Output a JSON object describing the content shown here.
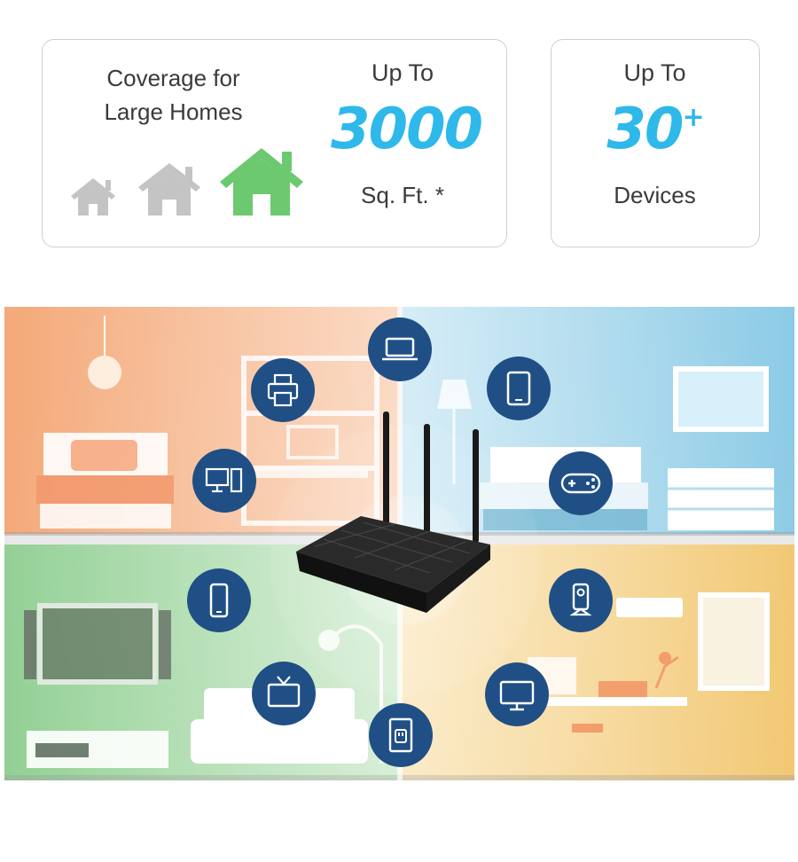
{
  "coverage": {
    "heading_line1": "Coverage for",
    "heading_line2": "Large Homes",
    "upto": "Up To",
    "value": "3000",
    "unit": "Sq. Ft. *"
  },
  "devices": {
    "upto": "Up To",
    "value": "30",
    "plus": "+",
    "unit": "Devices"
  },
  "colors": {
    "accent_blue": "#2fb8ea",
    "house_gray": "#c4c4c4",
    "house_green": "#6cc96f",
    "icon_circle": "#1f4f85",
    "room_orange": "#f6b785",
    "room_blue": "#9ed3e9",
    "room_green": "#a7d8a7",
    "room_yellow": "#f5d996"
  },
  "scene": {
    "router": "wifi-router",
    "device_icons": [
      "laptop-icon",
      "printer-icon",
      "tablet-icon",
      "desktop-computer-icon",
      "gamepad-icon",
      "smartphone-icon",
      "ip-camera-icon",
      "tv-icon",
      "smart-plug-icon",
      "monitor-icon"
    ]
  }
}
